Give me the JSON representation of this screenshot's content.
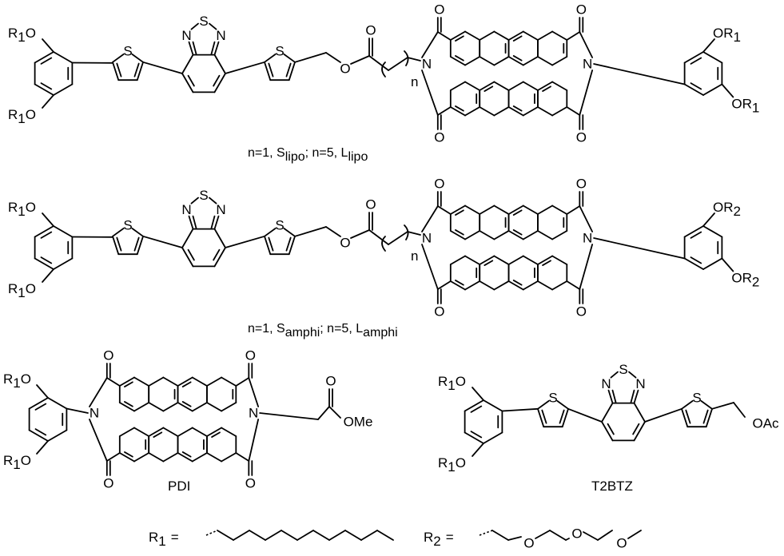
{
  "molecules": [
    {
      "label_parts": [
        "n=1, S",
        "lipo",
        "; n=5, L",
        "lipo"
      ],
      "aryl_left_substituent": "R1",
      "aryl_right_substituent": "R1",
      "linker_label": "n"
    },
    {
      "label_parts": [
        "n=1, S",
        "amphi",
        "; n=5, L",
        "amphi"
      ],
      "aryl_left_substituent": "R1",
      "aryl_right_substituent": "R2",
      "linker_label": "n"
    }
  ],
  "atoms": {
    "O": "O",
    "N": "N",
    "S": "S",
    "OMe": "OMe",
    "OAc": "OAc",
    "R": "R",
    "sub1": "1",
    "sub2": "2"
  },
  "reference_compounds": {
    "pdi": "PDI",
    "t2btz": "T2BTZ"
  },
  "legend": {
    "r1_label": "R",
    "r1_sub": "1",
    "r2_label": "R",
    "r2_sub": "2",
    "equals": "="
  }
}
